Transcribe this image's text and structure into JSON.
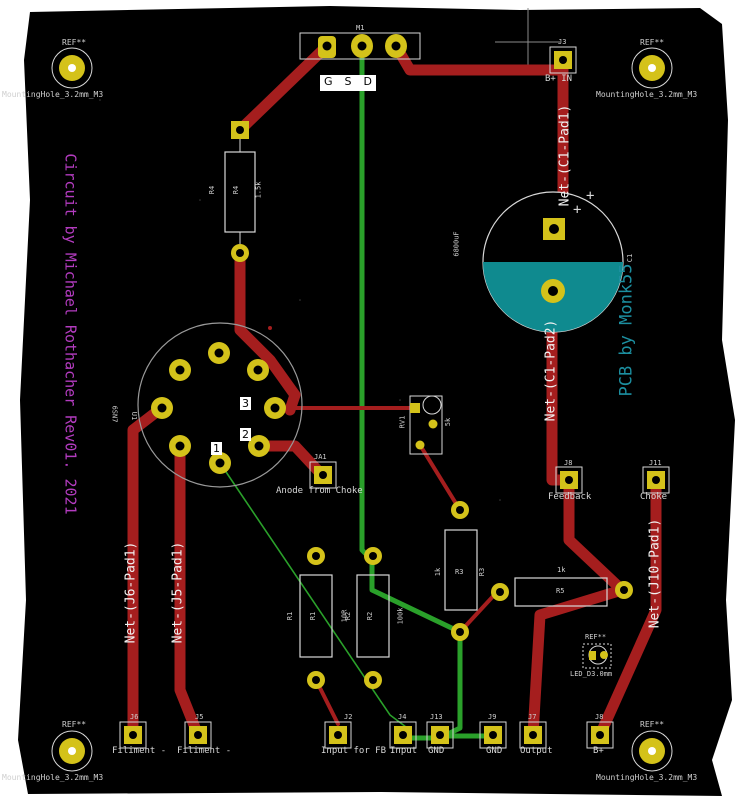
{
  "board": {
    "credit_left": "Circuit by Michael Rothacher Rev01. 2021",
    "credit_right": "PCB by Monk55",
    "colors": {
      "background": "#000000",
      "copper_front": "#a51e1e",
      "copper_back": "#2aa02a",
      "pad": "#d4c21a",
      "silkscreen": "#d8d8d8",
      "capacitor_fill": "#0f8a8f"
    }
  },
  "mosfet": {
    "ref": "M1",
    "pins": [
      "G",
      "S",
      "D"
    ]
  },
  "tube": {
    "ref": "U1",
    "value": "6SN7",
    "pin_labels": [
      "1",
      "2",
      "3"
    ]
  },
  "mounting_holes": {
    "ref": "REF**",
    "tl_value": "MountingHole_3.2mm_M3",
    "tr_value": "MountingHole_3.2mm_M3",
    "bl_value": "MountingHole_3.2mm_M3",
    "br_value": "MountingHole_3.2mm_M3"
  },
  "components": {
    "r4_ref": "R4",
    "r4_val": "1.5k",
    "c1_ref": "C1",
    "c1_val": "6800uF",
    "rv1_ref": "RV1",
    "rv1_val": "5k",
    "r1_ref": "R1",
    "r1_val": "10R",
    "r2_ref": "R2",
    "r2_val": "100k",
    "r3_ref": "R3",
    "r3_val": "1k",
    "r5_ref": "R5",
    "r5_val": "1k",
    "led_ref": "REF**",
    "led_val": "LED_D3.0mm"
  },
  "connectors": {
    "j3_ref": "J3",
    "j3_label": "B+ IN",
    "ja1_ref": "JA1",
    "ja1_label": "Anode from Choke",
    "j6_ref": "J6",
    "j6_label": "Filiment -",
    "j5_ref": "J5",
    "j5_label": "Filiment -",
    "j2_ref": "J2",
    "j2_label": "Input for FB",
    "j4_ref": "J4",
    "j4_label": "Input",
    "j13_ref": "J13",
    "j13_label": "GND",
    "j9_ref": "J9",
    "j9_label": "GND",
    "j7_ref": "J7",
    "j7_label": "Output",
    "j8_ref": "J8",
    "j8_label": "B+",
    "jfb_ref": "J8",
    "jfb_label": "Feedback",
    "j11_ref": "J11",
    "j11_label": "Choke"
  },
  "nets": {
    "c1_pad1": "Net-(C1-Pad1)",
    "c1_pad2": "Net-(C1-Pad2)",
    "j6_pad1": "Net-(J6-Pad1)",
    "j5_pad1": "Net-(J5-Pad1)",
    "j10_pad1": "Net-(J10-Pad1)"
  }
}
